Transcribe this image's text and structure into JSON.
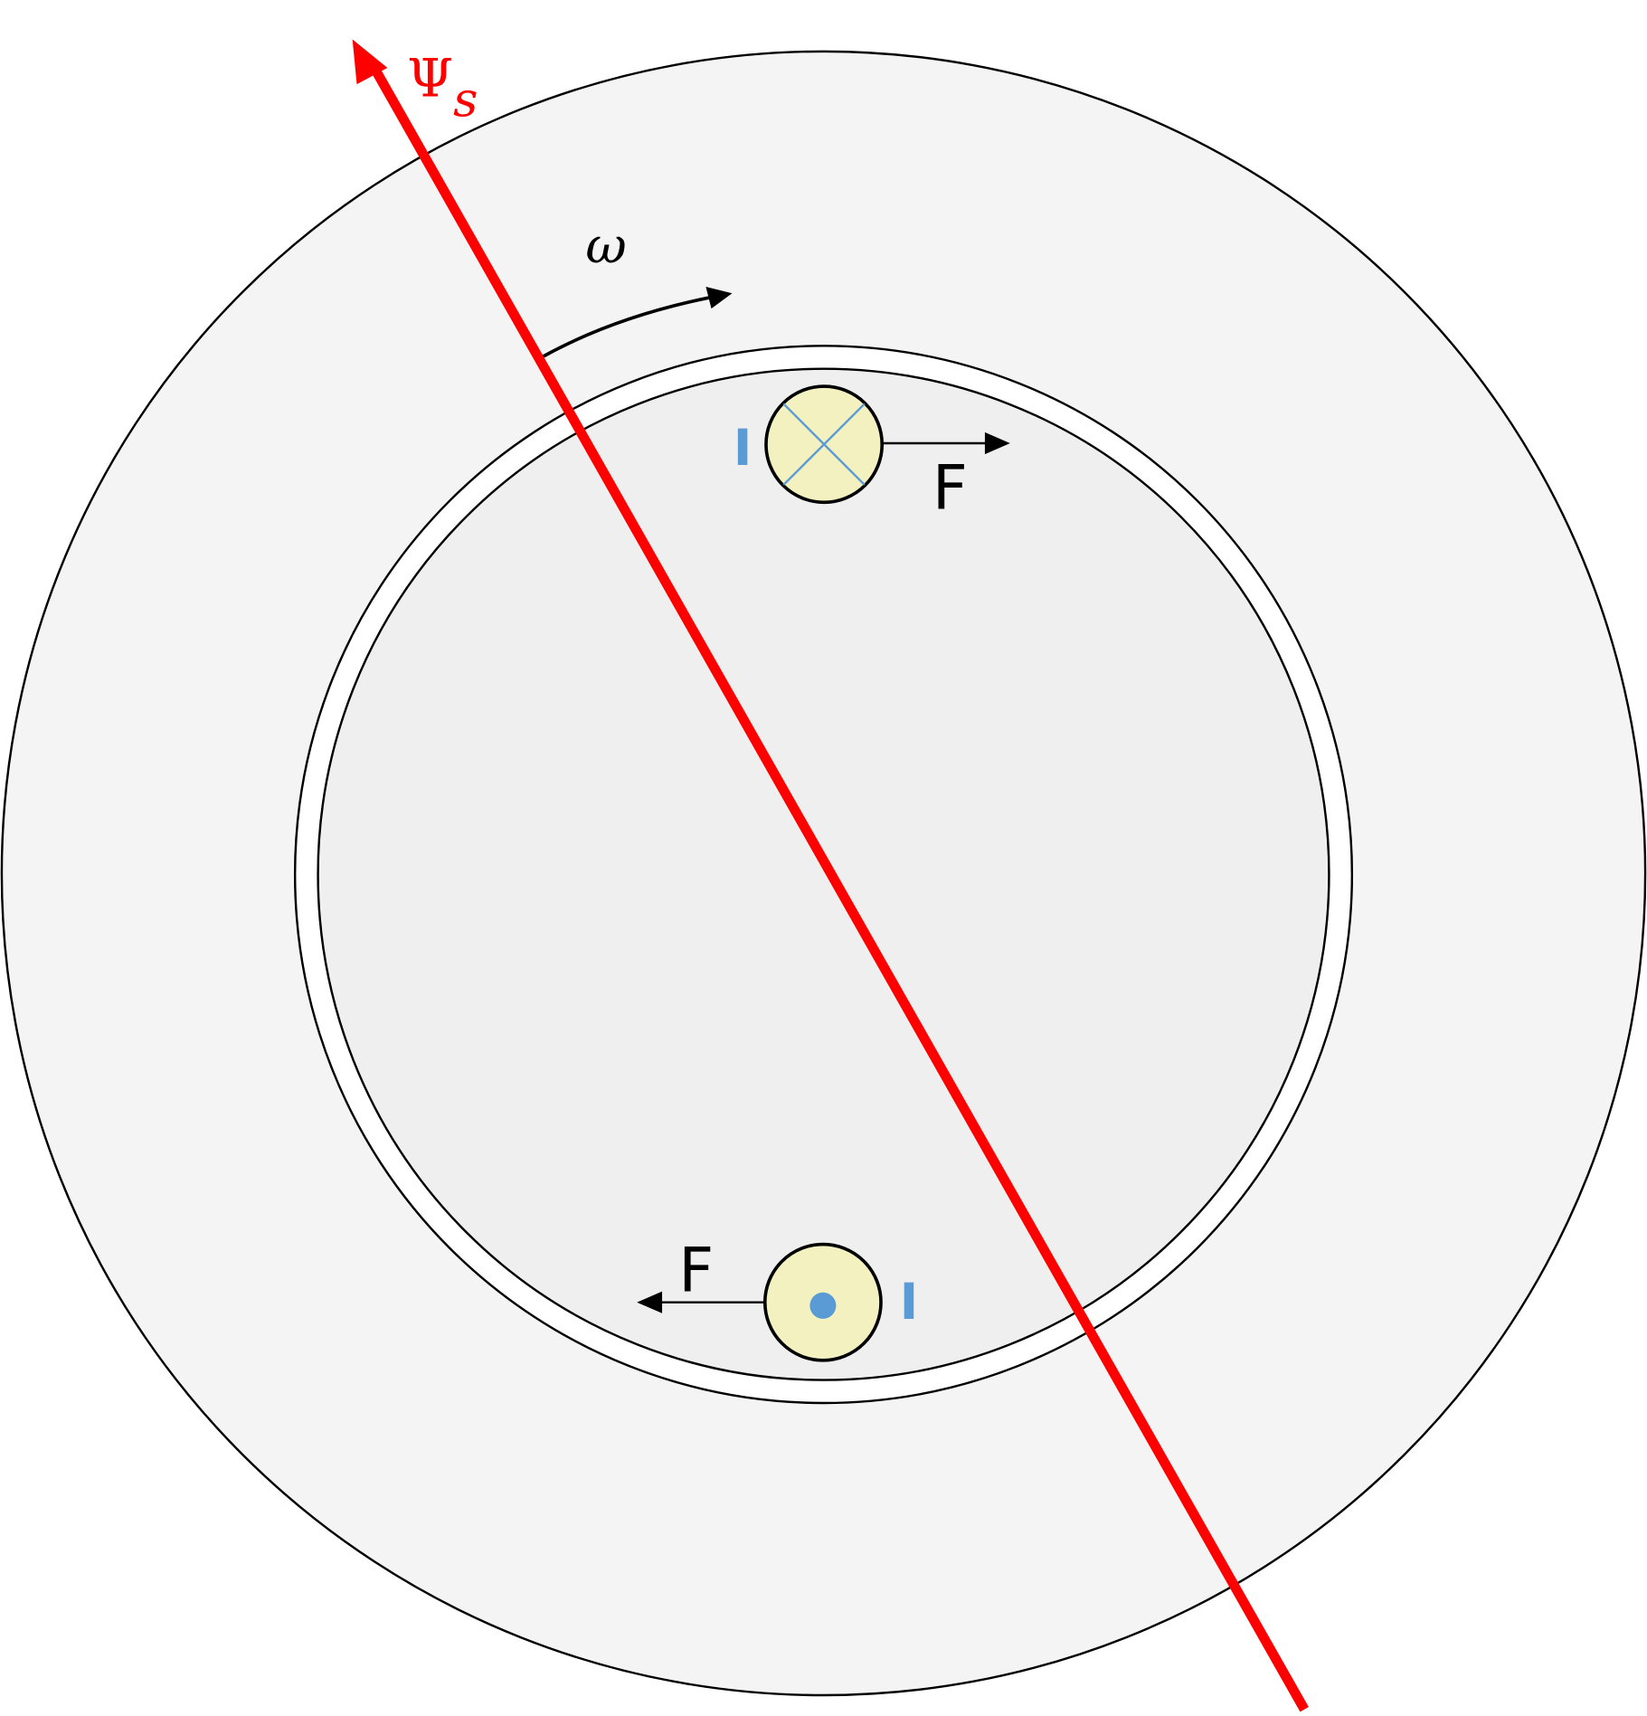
{
  "labels": {
    "flux": "Ψ",
    "flux_subscript": "s",
    "angular_velocity": "ω",
    "force_top": "F",
    "force_bottom": "F",
    "current_top": "I",
    "current_bottom": "I"
  },
  "colors": {
    "flux_axis": "#ff0000",
    "stator": "#f4f4f4",
    "rotor": "#efefef",
    "conductor_fill": "#f3f1c0",
    "current_mark": "#5b9bd5"
  }
}
